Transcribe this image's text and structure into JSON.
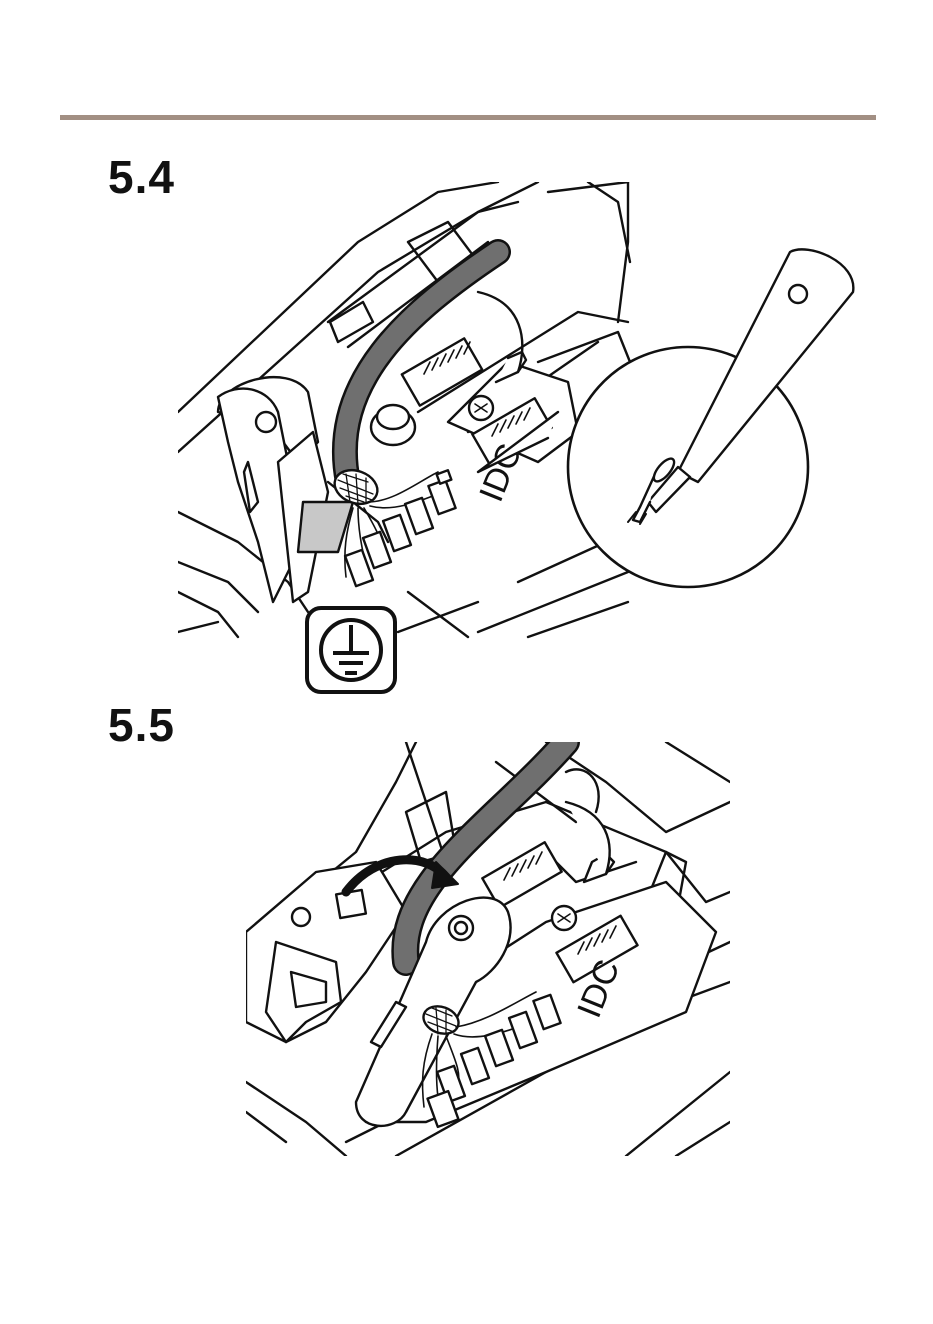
{
  "steps": [
    {
      "number": "5.4",
      "figure_labels": {
        "connector": "IDC"
      },
      "symbol": "protective-earth-ground"
    },
    {
      "number": "5.5",
      "figure_labels": {
        "connector": "IDC"
      }
    }
  ],
  "colors": {
    "rule": "#a28f83",
    "cable": "#6f6f6f",
    "line": "#111111",
    "shade": "#c8c8c8"
  }
}
